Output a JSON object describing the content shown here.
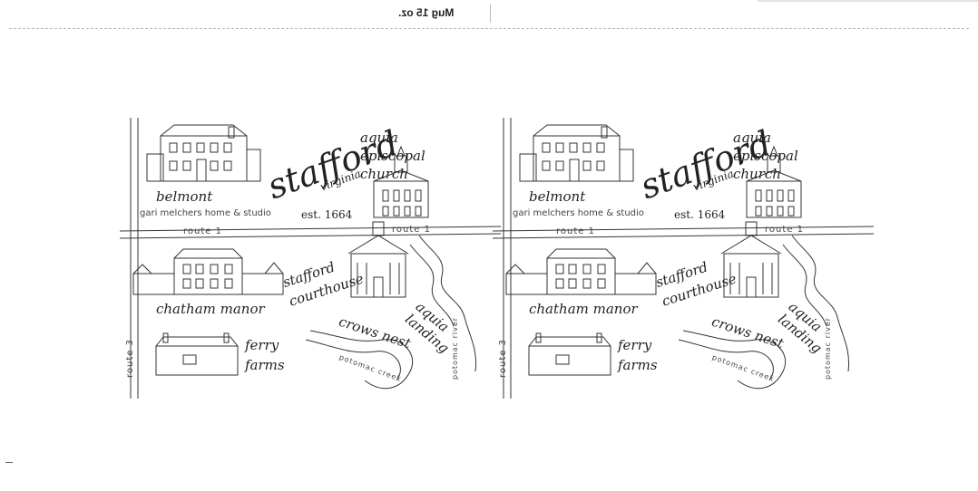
{
  "header": {
    "product_label": "Mug 15 oz."
  },
  "map": {
    "title": "stafford",
    "subtitle": "virginia",
    "established": "est. 1664",
    "places": {
      "belmont": "belmont",
      "belmont_note": "gari melchers home & studio",
      "aquia_church": "aquia episcopal church",
      "chatham": "chatham manor",
      "courthouse": "stafford courthouse",
      "aquia_landing": "aquia landing",
      "crows_nest": "crows nest",
      "ferry_farms": "ferry farms"
    },
    "roads": {
      "route1": "route 1",
      "route3": "route 3"
    },
    "waterways": {
      "potomac_creek": "potomac creek",
      "potomac_river": "potomac river"
    }
  },
  "colors": {
    "ink": "#2a2a2a",
    "cut_line": "#b8b8b8",
    "background": "#ffffff"
  }
}
